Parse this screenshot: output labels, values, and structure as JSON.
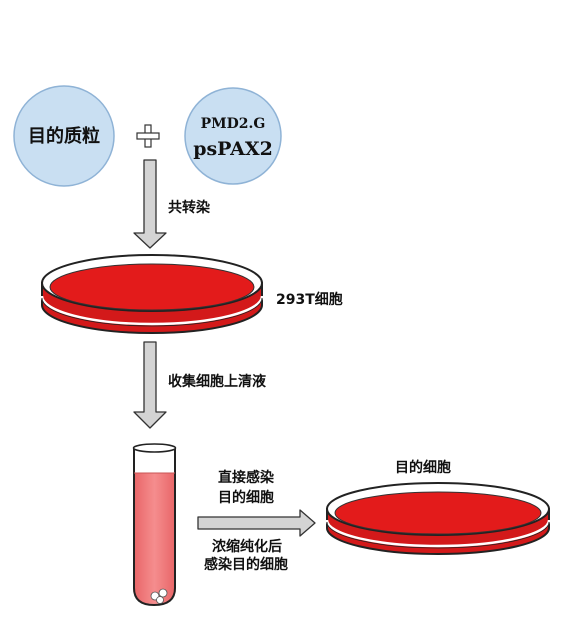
{
  "nodes": {
    "plasmid_circle": {
      "label": "目的质粒"
    },
    "helper_circle": {
      "line1": "PMD2.G",
      "line2": "psPAX2"
    },
    "dish_293t": {
      "label": "293T细胞"
    },
    "dish_target": {
      "label": "目的细胞"
    }
  },
  "edges": {
    "cotransfect": {
      "label": "共转染"
    },
    "collect": {
      "label": "收集细胞上清液"
    },
    "direct": {
      "line1": "直接感染",
      "line2": "目的细胞"
    },
    "concentrate": {
      "line1": "浓缩纯化后",
      "line2": "感染目的细胞"
    }
  },
  "colors": {
    "circle_fill": "#c9dff2",
    "circle_stroke": "#8fb3d6",
    "dish_red": "#e31b1b",
    "dish_red_dark": "#b30f0f",
    "tube_fill": "#f07f80",
    "arrow_fill": "#d4d4d4",
    "outline": "#222222"
  },
  "icons": {
    "plus": "plus-icon"
  }
}
